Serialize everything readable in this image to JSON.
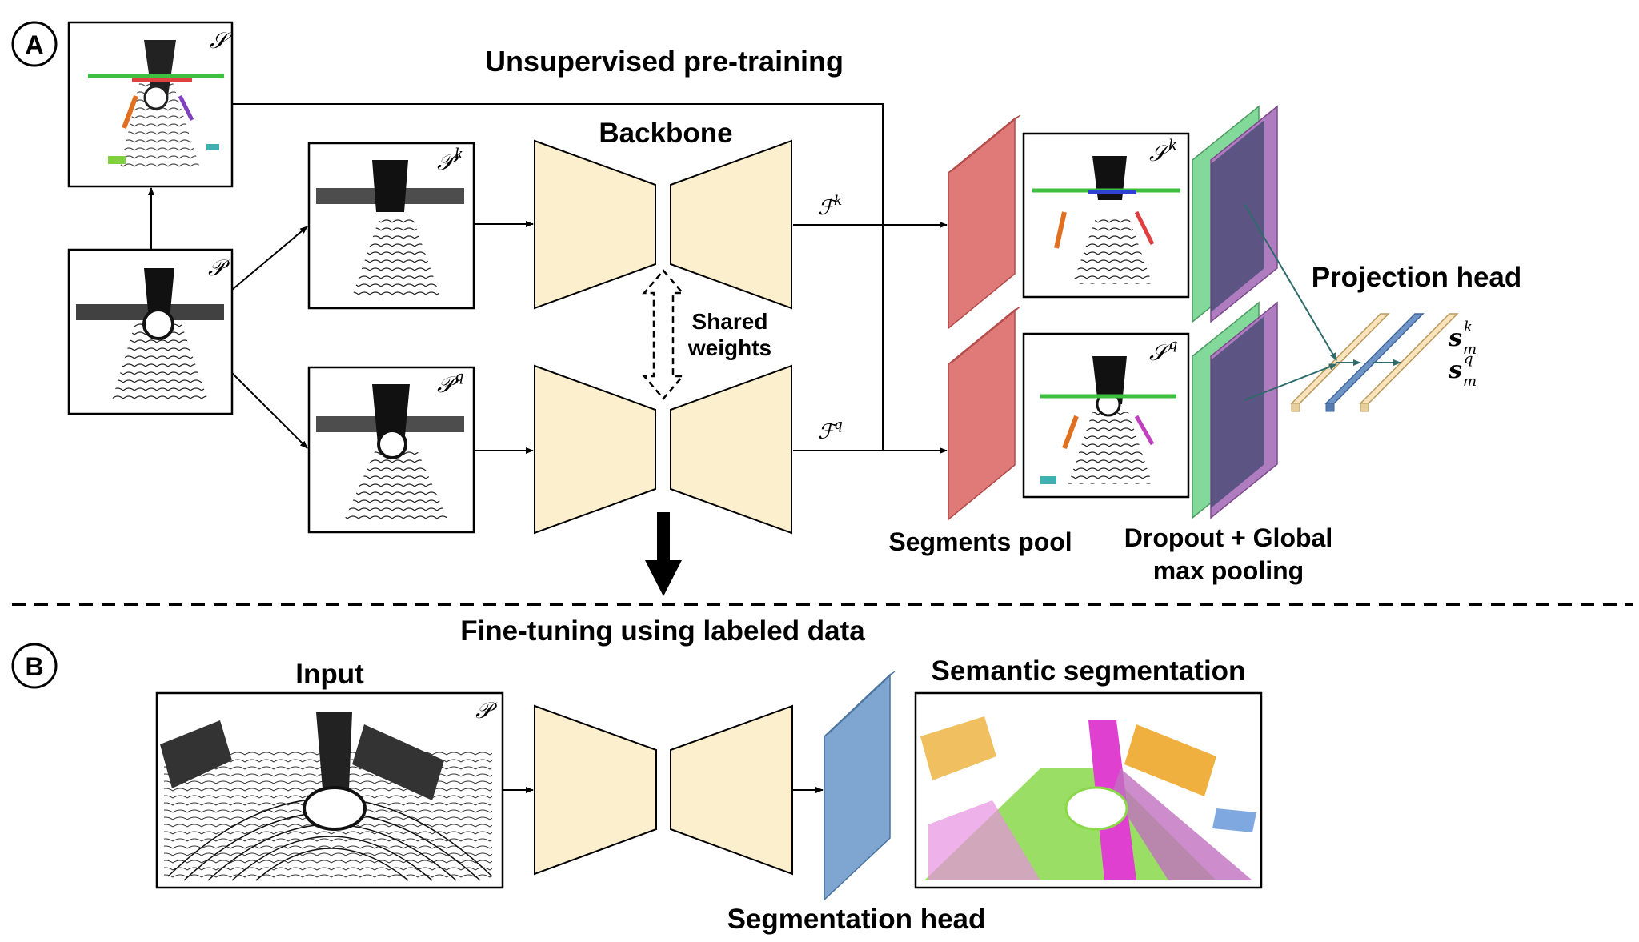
{
  "section_a": {
    "badge": "A",
    "title": "Unsupervised pre-training"
  },
  "section_b": {
    "badge": "B",
    "title": "Fine-tuning using labeled data"
  },
  "labels": {
    "backbone": "Backbone",
    "shared_weights_1": "Shared",
    "shared_weights_2": "weights",
    "segments_pool": "Segments pool",
    "dropout_1": "Dropout + Global",
    "dropout_2": "max pooling",
    "projection_head": "Projection head",
    "input": "Input",
    "semantic_segmentation": "Semantic segmentation",
    "segmentation_head": "Segmentation head"
  },
  "symbols": {
    "S": "𝒮",
    "P": "𝒫",
    "Pk": "𝒫",
    "Pk_sup": "k",
    "Pq": "𝒫",
    "Pq_sup": "q",
    "Fk": "ℱ",
    "Fk_sup": "k",
    "Fq": "ℱ",
    "Fq_sup": "q",
    "Sk": "𝒮",
    "Sk_sup": "k",
    "Sq": "𝒮",
    "Sq_sup": "q",
    "smk": "s",
    "smk_sub": "m",
    "smk_sup": "k",
    "smq": "s",
    "smq_sub": "m",
    "smq_sup": "q",
    "P_input": "𝒫"
  },
  "colors": {
    "backbone_fill": "#fcefcd",
    "segments_pool": "#e07a78",
    "dropout_green": "#82d99a",
    "dropout_purple": "#b07cc0",
    "projection_beige": "#fbe4bb",
    "projection_blue": "#6f95c8",
    "segmentation_head": "#7fa6d0",
    "arrow_teal": "#2e6b6b"
  }
}
